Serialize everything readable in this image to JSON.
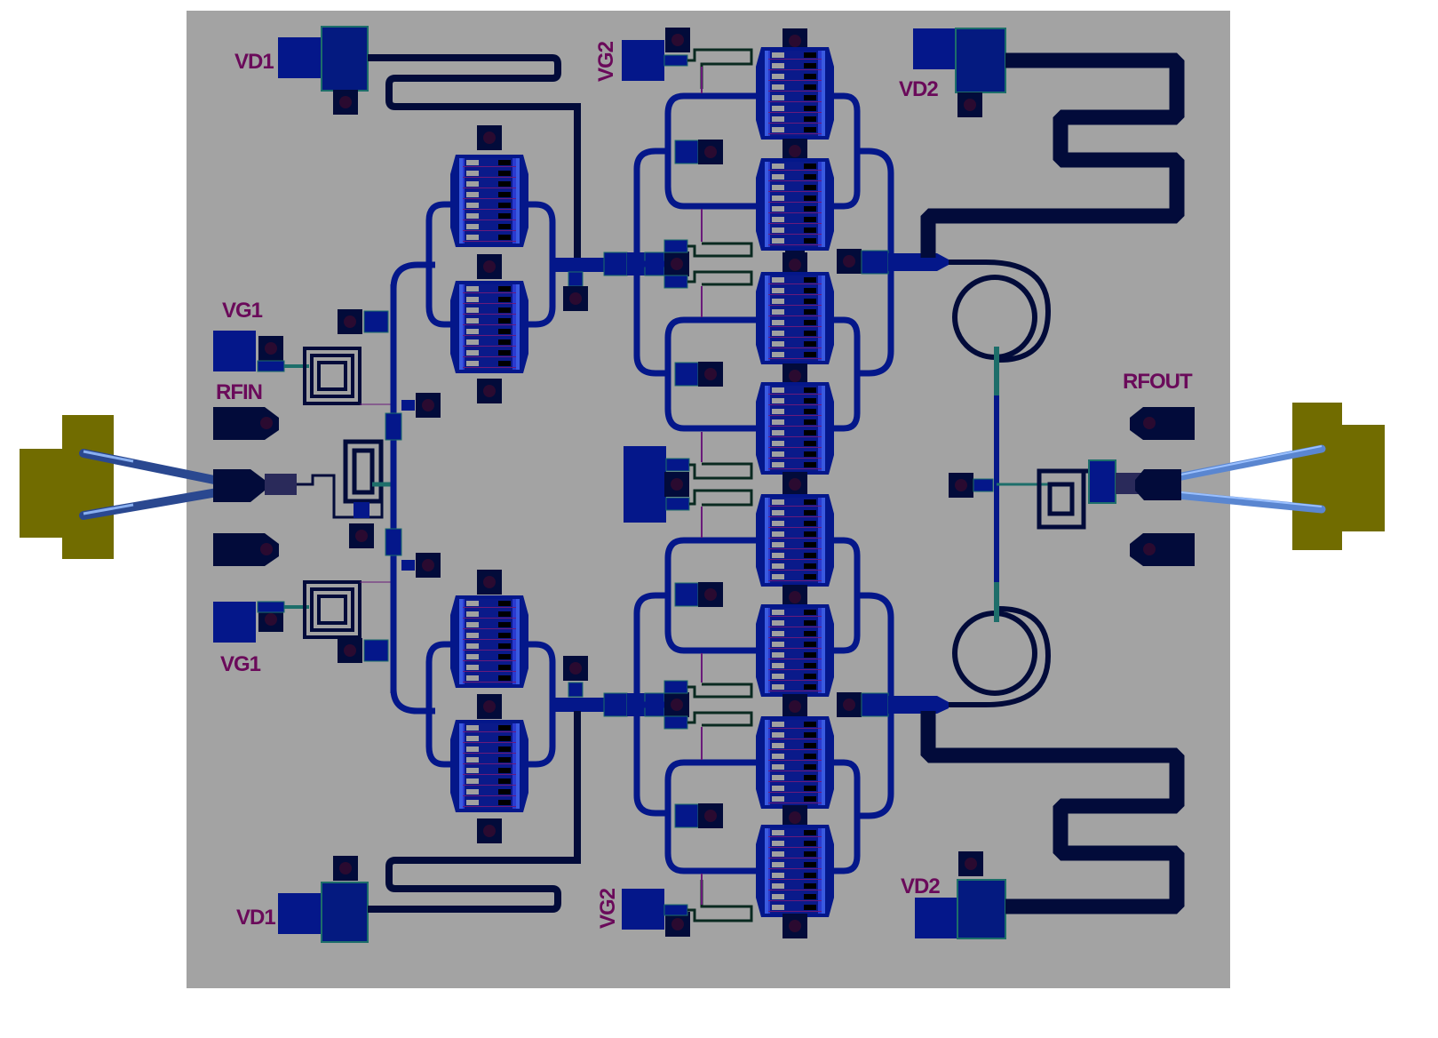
{
  "diagram": {
    "type": "MMIC power amplifier chip layout",
    "colors": {
      "background": "#ffffff",
      "substrate": "#a3a3a3",
      "metal_dark": "#020b3a",
      "metal_blue": "#04178a",
      "metal_mid": "#0a2a9a",
      "teal_edge": "#1d6e6a",
      "via": "#2a0a30",
      "probe_pad": "#716c00",
      "probe_needle": "#5a86d0",
      "label": "#6a0a5a"
    },
    "labels": {
      "vd1_top": "VD1",
      "vd1_bottom": "VD1",
      "vg1_top": "VG1",
      "vg1_bottom": "VG1",
      "rfin": "RFIN",
      "rfout": "RFOUT",
      "vg2_top": "VG2",
      "vg2_bottom": "VG2",
      "vd2_top": "VD2",
      "vd2_bottom": "VD2"
    },
    "structure": {
      "input_stage_transistors": 4,
      "output_stage_transistors": 8,
      "spiral_inductors": 4,
      "ring_inductors": 2,
      "meander_bias_lines": 4,
      "probes": [
        "GSG input probe (left)",
        "GSG output probe (right)"
      ]
    }
  }
}
